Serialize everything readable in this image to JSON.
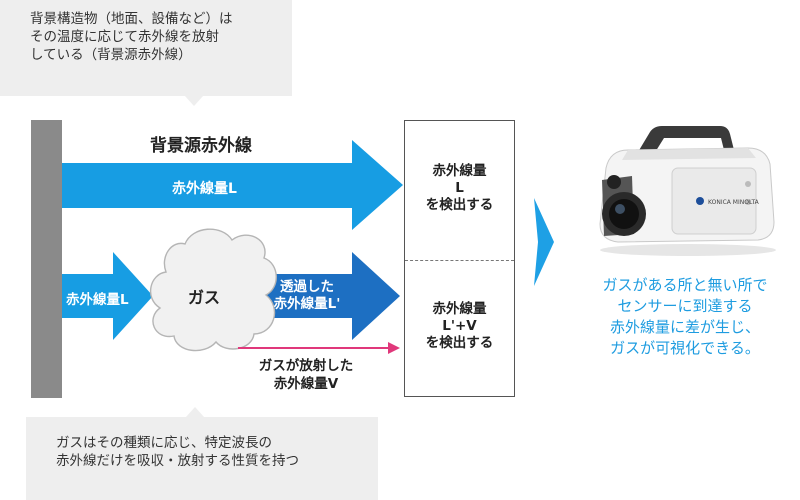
{
  "callouts": {
    "top": [
      "背景構造物（地面、設備など）は",
      "その温度に応じて赤外線を放射",
      "している（背景源赤外線）"
    ],
    "bottom": [
      "ガスはその種類に応じ、特定波長の",
      "赤外線だけを吸収・放射する性質を持つ"
    ]
  },
  "background_title": "背景源赤外線",
  "arrows": {
    "background_ir": "赤外線量L",
    "ir_to_gas": "赤外線量L",
    "transmitted": [
      "透過した",
      "赤外線量L'"
    ],
    "emitted": [
      "ガスが放射した",
      "赤外線量V"
    ]
  },
  "gas_label": "ガス",
  "detection": {
    "top": [
      "赤外線量",
      "L",
      "を検出する"
    ],
    "bottom": [
      "赤外線量",
      "L'+V",
      "を検出する"
    ]
  },
  "camera": {
    "brand_text": "KONICA MINOLTA"
  },
  "conclusion": [
    "ガスがある所と無い所で",
    "センサーに到達する",
    "赤外線量に差が生じ、",
    "ガスが可視化できる。"
  ],
  "colors": {
    "ir_blue": "#179de3",
    "transmitted_blue": "#1d6fc2",
    "emitted_pink": "#e0387b",
    "wall_gray": "#8a8a8a",
    "callout_gray": "#eeeeee",
    "conclusion_blue": "#1e9ce0"
  }
}
